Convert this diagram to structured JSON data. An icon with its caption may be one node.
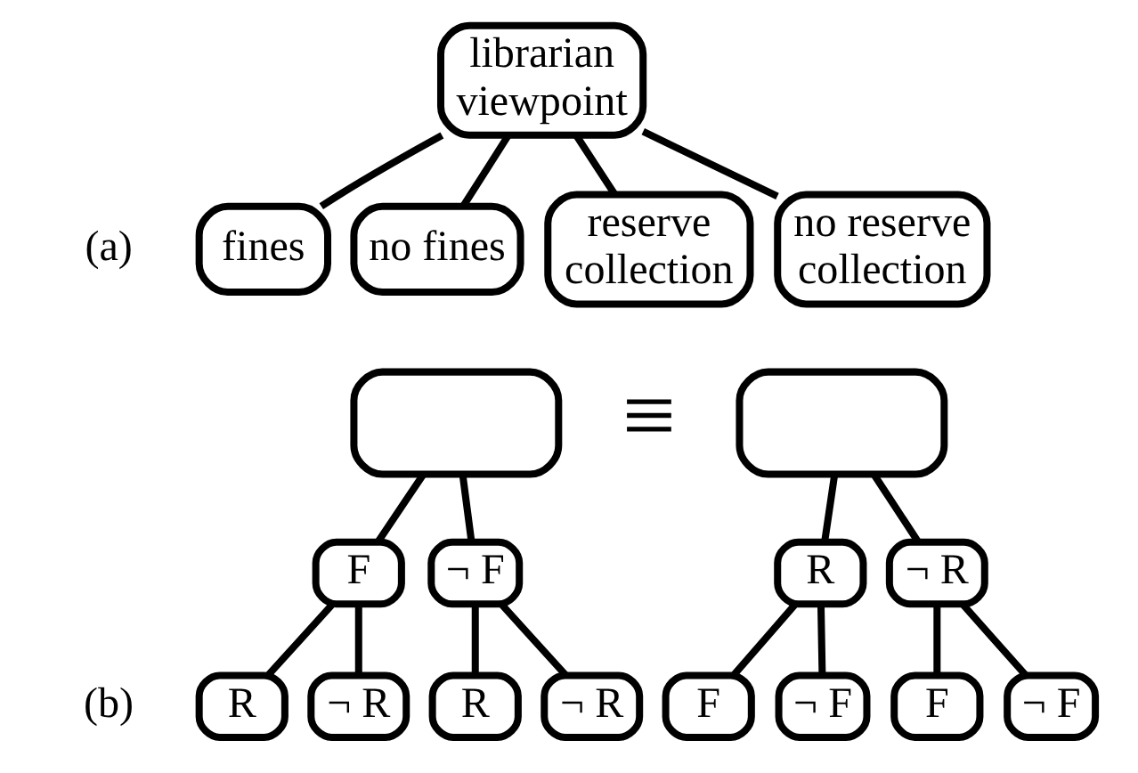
{
  "diagram": {
    "nodes": [
      {
        "text": [
          "librarian viewpoint"
        ]
      },
      {
        "text": [
          "fines"
        ]
      },
      {
        "text": [
          "no fines"
        ]
      },
      {
        "text": [
          "reserve collection"
        ]
      },
      {
        "text": [
          "no reserve collection"
        ]
      },
      {
        "text": [],
        "shape": "box"
      },
      {
        "text": [
          "F"
        ]
      },
      {
        "text": [
          "¬ F"
        ]
      },
      {
        "text": [
          "R"
        ]
      },
      {
        "text": [
          "¬ R"
        ]
      },
      {
        "text": [
          "R"
        ]
      },
      {
        "text": [
          "¬ R"
        ]
      },
      {
        "text": [],
        "shape": "box"
      },
      {
        "text": [
          "R"
        ]
      },
      {
        "text": [
          "¬ R"
        ]
      },
      {
        "text": [
          "F"
        ]
      },
      {
        "text": [
          "¬ F"
        ]
      },
      {
        "text": [
          "F"
        ]
      },
      {
        "text": [
          "¬ F"
        ]
      }
    ],
    "edges": [
      {
        "from": 0,
        "to": 1,
        "arrow": "none"
      },
      {
        "from": 0,
        "to": 2,
        "arrow": "none"
      },
      {
        "from": 0,
        "to": 3,
        "arrow": "none"
      },
      {
        "from": 0,
        "to": 4,
        "arrow": "none"
      },
      {
        "from": 5,
        "to": 6,
        "arrow": "none"
      },
      {
        "from": 5,
        "to": 7,
        "arrow": "none"
      },
      {
        "from": 6,
        "to": 8,
        "arrow": "none"
      },
      {
        "from": 6,
        "to": 9,
        "arrow": "none"
      },
      {
        "from": 7,
        "to": 10,
        "arrow": "none"
      },
      {
        "from": 7,
        "to": 11,
        "arrow": "none"
      },
      {
        "from": 12,
        "to": 13,
        "arrow": "none"
      },
      {
        "from": 12,
        "to": 14,
        "arrow": "none"
      },
      {
        "from": 13,
        "to": 15,
        "arrow": "none"
      },
      {
        "from": 13,
        "to": 16,
        "arrow": "none"
      },
      {
        "from": 14,
        "to": 17,
        "arrow": "none"
      },
      {
        "from": 14,
        "to": 18,
        "arrow": "none"
      }
    ],
    "labels": [
      "(a)",
      "≡",
      "(b)"
    ]
  }
}
